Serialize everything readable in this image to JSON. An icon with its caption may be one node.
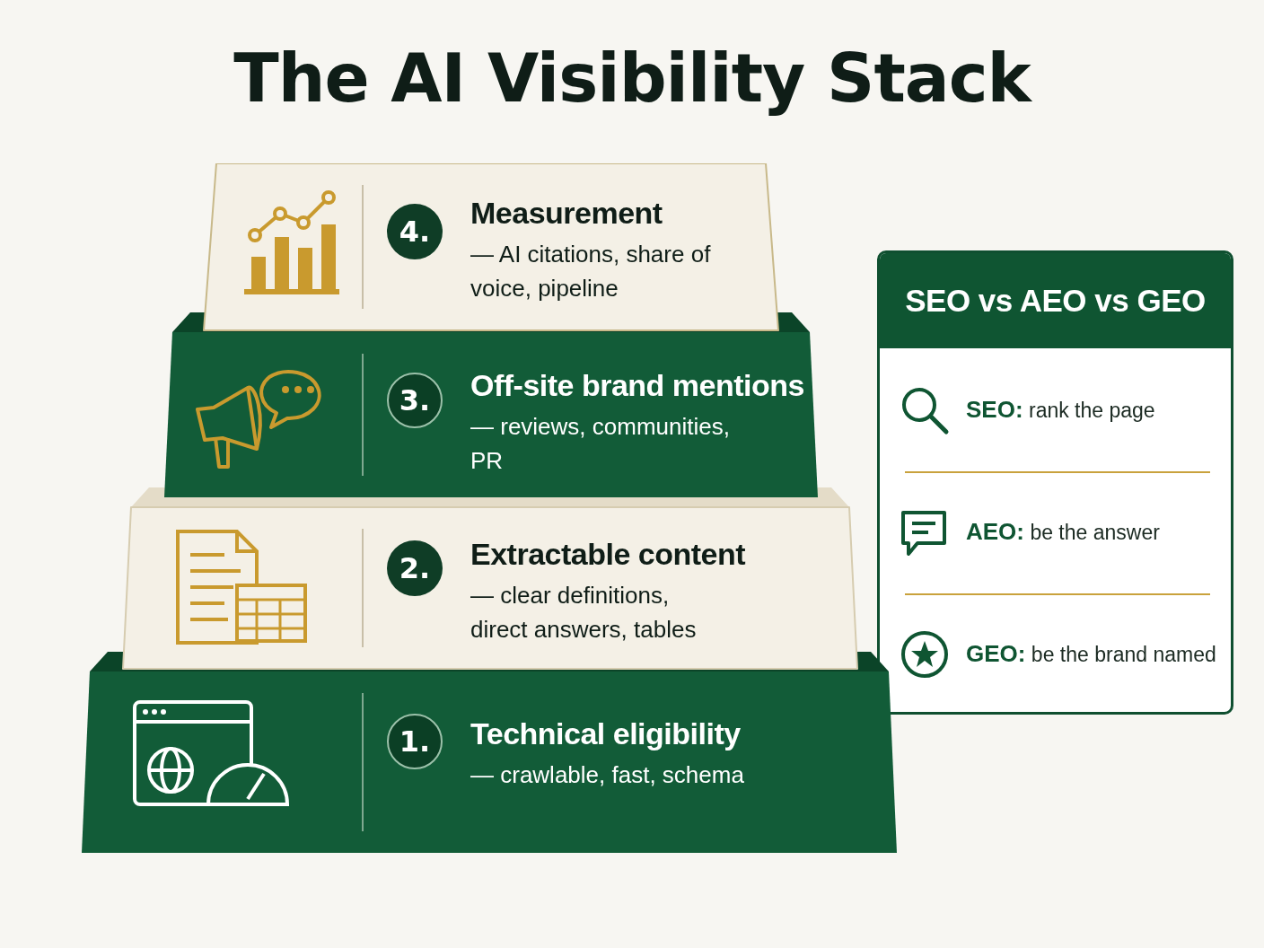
{
  "diagram": {
    "title": "The AI Visibility Stack",
    "nodes": [
      {
        "text": [
          "4.",
          "Measurement",
          "— AI citations, share of voice, pipeline"
        ]
      },
      {
        "text": [
          "3.",
          "Off-site brand mentions",
          "— reviews, communities, PR"
        ]
      },
      {
        "text": [
          "2.",
          "Extractable content",
          "— clear definitions, direct answers, tables"
        ]
      },
      {
        "text": [
          "1.",
          "Technical eligibility",
          "— crawlable, fast, schema"
        ]
      },
      {
        "text": [
          "SEO vs AEO vs GEO"
        ]
      },
      {
        "text": [
          "**SEO:** rank the page"
        ],
        "in": 4
      },
      {
        "text": [
          "**AEO:** be the answer"
        ],
        "in": 4
      },
      {
        "text": [
          "**GEO:** be the brand named"
        ],
        "in": 4
      }
    ]
  }
}
